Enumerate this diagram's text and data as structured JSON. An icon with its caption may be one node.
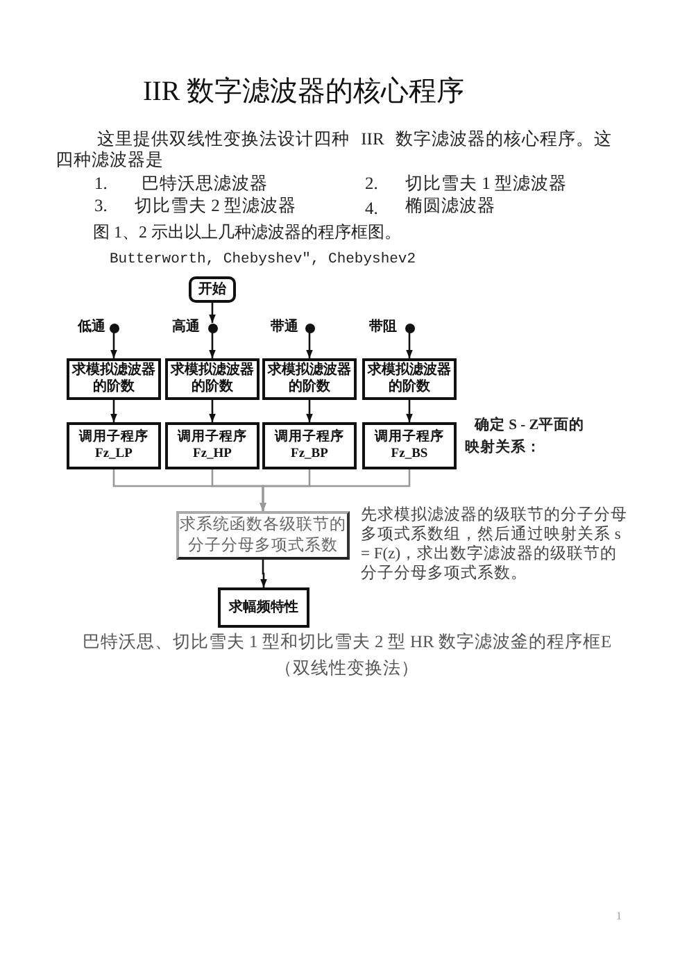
{
  "diagram": {
    "title": "IIR 数字滤波器的核心程序",
    "caption": "巴特沃思、切比雪夫 1 型和切比雪夫 2 型 HR 数字滤波釜的程序框E",
    "nodes": [
      {
        "text": [
          "开始"
        ]
      },
      {
        "text": [],
        "shape": "circle",
        "beside": [
          "低通"
        ]
      },
      {
        "text": [],
        "shape": "circle",
        "beside": [
          "高通"
        ]
      },
      {
        "text": [],
        "shape": "circle",
        "beside": [
          "带通"
        ]
      },
      {
        "text": [],
        "shape": "circle",
        "beside": [
          "带阻"
        ]
      },
      {
        "text": [
          "求模拟滤波器的阶数"
        ]
      },
      {
        "text": [
          "求模拟滤波器的阶数"
        ]
      },
      {
        "text": [
          "求模拟滤波器的阶数"
        ]
      },
      {
        "text": [
          "求模拟滤波器的阶数"
        ]
      },
      {
        "text": [
          "调用子程序 Fz_LP"
        ]
      },
      {
        "text": [
          "调用子程序 Fz_HP"
        ]
      },
      {
        "text": [
          "调用子程序 Fz_BP"
        ]
      },
      {
        "text": [
          "调用子程序 Fz_BS"
        ]
      },
      {
        "text": [
          "求系统函数各级联节的分子分母多项式系数"
        ]
      },
      {
        "text": [
          "求幅频特性"
        ]
      }
    ],
    "edges": [
      {
        "from": 0,
        "to": 2,
        "arrow": "to"
      },
      {
        "from": 1,
        "to": 5,
        "arrow": "to"
      },
      {
        "from": 2,
        "to": 6,
        "arrow": "to"
      },
      {
        "from": 3,
        "to": 7,
        "arrow": "to"
      },
      {
        "from": 4,
        "to": 8,
        "arrow": "to"
      },
      {
        "from": 5,
        "to": 9,
        "arrow": "to"
      },
      {
        "from": 6,
        "to": 10,
        "arrow": "to"
      },
      {
        "from": 7,
        "to": 11,
        "arrow": "to"
      },
      {
        "from": 8,
        "to": 12,
        "arrow": "to"
      },
      {
        "from": 9,
        "to": 13,
        "arrow": "to",
        "color": "#999999"
      },
      {
        "from": 10,
        "to": 13,
        "arrow": "to",
        "color": "#999999"
      },
      {
        "from": 11,
        "to": 13,
        "arrow": "to",
        "color": "#999999"
      },
      {
        "from": 12,
        "to": 13,
        "arrow": "to",
        "color": "#999999"
      },
      {
        "from": 13,
        "to": 14,
        "arrow": "to"
      }
    ],
    "labels": [
      "这里提供双线性变换法设计四种 IIR 数字滤波器的核心程序。这四种滤波器是",
      "1.",
      "巴特沃思滤波器",
      "2.",
      "切比雪夫 1 型滤波器",
      "3.",
      "切比雪夫 2 型滤波器",
      "4.",
      "椭圆滤波器",
      "图 1、2 示出以上几种滤波器的程序框图。",
      "Butterworth, Chebyshev\", Chebyshev2",
      "确定 S - Z平面的映射关系：",
      "先求模拟滤波器的级联节的分子分母多项式系数组，然后通过映射关系 s = F(z)，求出数字滤波器的级联节的分子分母多项式系数。",
      "（双线性变换法）",
      "1"
    ]
  }
}
